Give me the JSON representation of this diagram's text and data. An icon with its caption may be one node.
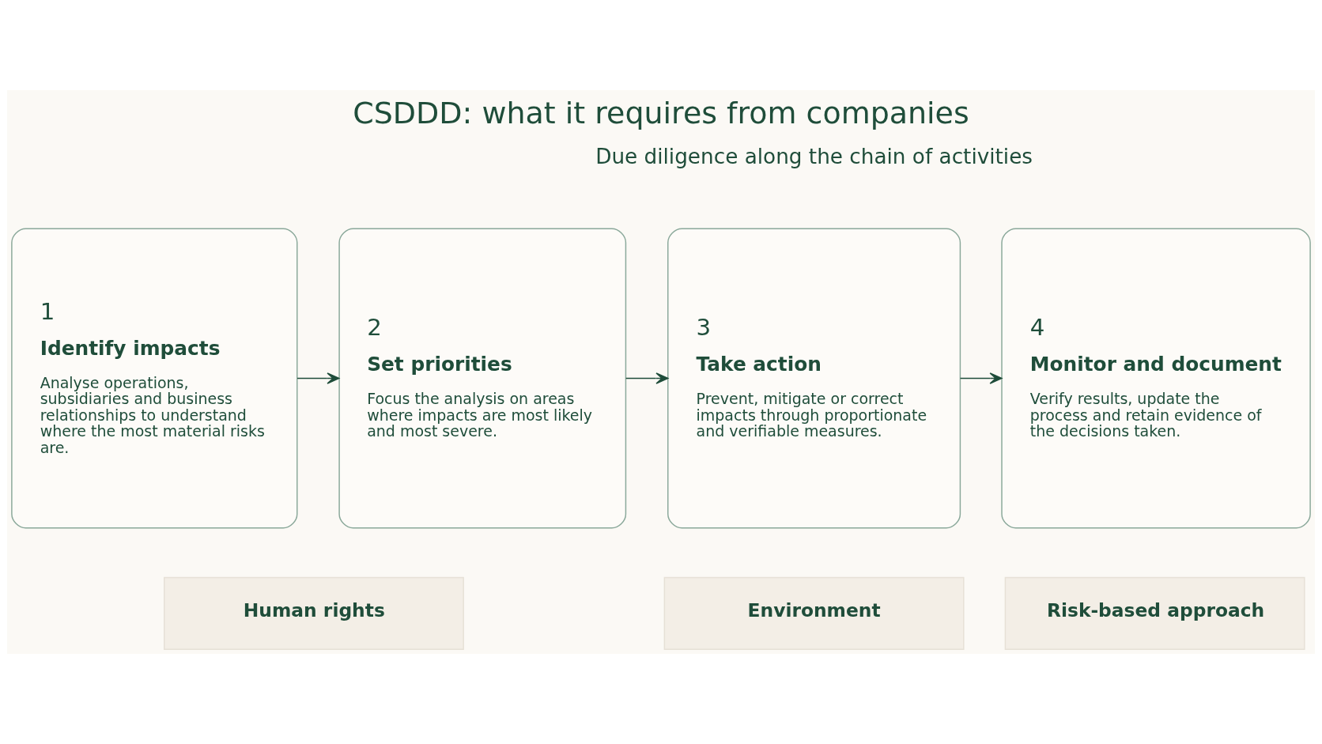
{
  "diagram": {
    "title": "CSDDD: what it requires from companies",
    "nodes": [
      {
        "text": [
          "1",
          "Identify impacts",
          "Analyse operations, subsidiaries and business relationships to understand where the most material risks are."
        ]
      },
      {
        "text": [
          "2",
          "Set priorities",
          "Focus the analysis on areas where impacts are most likely and most severe."
        ]
      },
      {
        "text": [
          "3",
          "Take action",
          "Prevent, mitigate or correct impacts through proportionate and verifiable measures."
        ]
      },
      {
        "text": [
          "4",
          "Monitor and document",
          "Verify results, update the process and retain evidence of the decisions taken."
        ]
      },
      {
        "text": [
          "Human rights"
        ]
      },
      {
        "text": [
          "Environment"
        ]
      },
      {
        "text": [
          "Risk-based approach"
        ]
      }
    ],
    "edges": [
      {
        "from": 0,
        "to": 1,
        "arrow": "to"
      },
      {
        "from": 1,
        "to": 2,
        "arrow": "to"
      },
      {
        "from": 2,
        "to": 3,
        "arrow": "to"
      }
    ],
    "labels": [
      "Due diligence along the chain of activities"
    ]
  }
}
